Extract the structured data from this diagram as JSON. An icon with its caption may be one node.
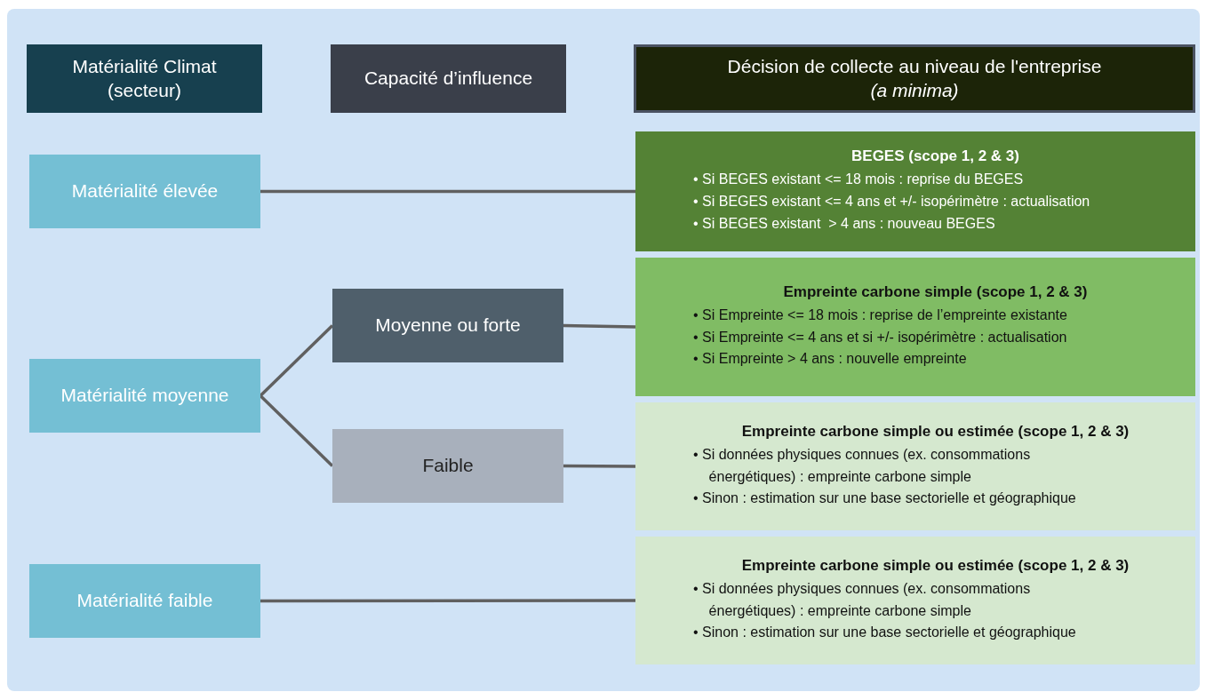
{
  "diagram": {
    "nodes": [
      {
        "text": [
          "Matérialité Climat (secteur)"
        ]
      },
      {
        "text": [
          "Capacité d’influence"
        ]
      },
      {
        "text": [
          "Décision de collecte au niveau de l'entreprise",
          "(a minima)"
        ]
      },
      {
        "text": [
          "Matérialité élevée"
        ]
      },
      {
        "text": [
          "BEGES (scope 1, 2 & 3)",
          "• Si BEGES existant <= 18 mois : reprise du BEGES",
          "• Si BEGES existant <= 4 ans et +/- isopérimètre : actualisation",
          "• Si BEGES existant  > 4 ans : nouveau BEGES"
        ]
      },
      {
        "text": [
          "Moyenne ou forte"
        ]
      },
      {
        "text": [
          "Empreinte carbone simple (scope 1, 2 & 3)",
          "• Si Empreinte <= 18 mois : reprise de l’empreinte existante",
          "• Si Empreinte <= 4 ans et si +/- isopérimètre : actualisation",
          "• Si Empreinte > 4 ans : nouvelle empreinte"
        ]
      },
      {
        "text": [
          "Matérialité moyenne"
        ]
      },
      {
        "text": [
          "Faible"
        ]
      },
      {
        "text": [
          "Empreinte carbone simple ou estimée (scope 1, 2 & 3)",
          "• Si données physiques connues (ex. consommations énergétiques) : empreinte carbone simple",
          "• Sinon : estimation sur une base sectorielle et géographique"
        ]
      },
      {
        "text": [
          "Matérialité faible"
        ]
      },
      {
        "text": [
          "Empreinte carbone simple ou estimée (scope 1, 2 & 3)",
          "• Si données physiques connues (ex. consommations énergétiques) : empreinte carbone simple",
          "• Sinon : estimation sur une base sectorielle et géographique"
        ]
      }
    ],
    "edges": [
      {
        "from": 3,
        "to": 4,
        "arrow": "none"
      },
      {
        "from": 7,
        "to": 5,
        "arrow": "none"
      },
      {
        "from": 7,
        "to": 8,
        "arrow": "none"
      },
      {
        "from": 5,
        "to": 6,
        "arrow": "none"
      },
      {
        "from": 8,
        "to": 9,
        "arrow": "none"
      },
      {
        "from": 10,
        "to": 11,
        "arrow": "none"
      }
    ]
  }
}
